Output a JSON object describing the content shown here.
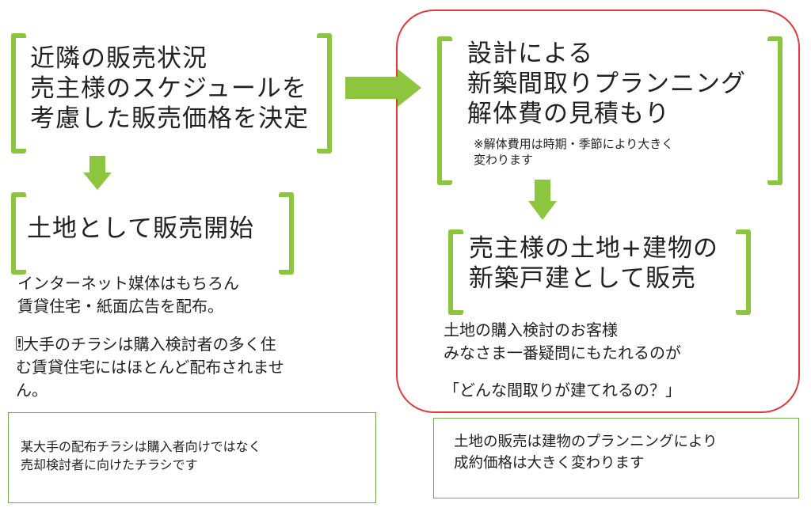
{
  "step1": {
    "text": "近隣の販売状況\n売主様のスケジュールを\n考慮した販売価格を決定"
  },
  "step2": {
    "text": "土地として販売開始"
  },
  "media": {
    "text": "インターネット媒体はもちろん\n賃貸住宅・紙面広告を配布。"
  },
  "warning": {
    "icon": "!",
    "text": "大手のチラシは購入検討者の多く住\nむ賃貸住宅にはほとんど配布されませ\nん。"
  },
  "leftnote": {
    "text": "某大手の配布チラシは購入者向けではなく\n売却検討者に向けたチラシです"
  },
  "step3": {
    "text": "設計による\n新築間取りプランニング\n解体費の見積もり",
    "note": "※解体費用は時期・季節により大きく\n変わります"
  },
  "step4": {
    "text": "売主様の土地+建物の\n新築戸建として販売"
  },
  "question": {
    "text": "土地の購入検討のお客様\nみなさま一番疑問にもたれるのが",
    "quote": "「どんな間取りが建てれるの？」"
  },
  "rightnote": {
    "text": "土地の販売は建物のプランニングにより\n成約価格は大きく変わります"
  },
  "colors": {
    "bracket": "#8cc63e",
    "arrow": "#8cc63e",
    "highlight_border": "#e0393e",
    "note_border": "#70ad47"
  }
}
